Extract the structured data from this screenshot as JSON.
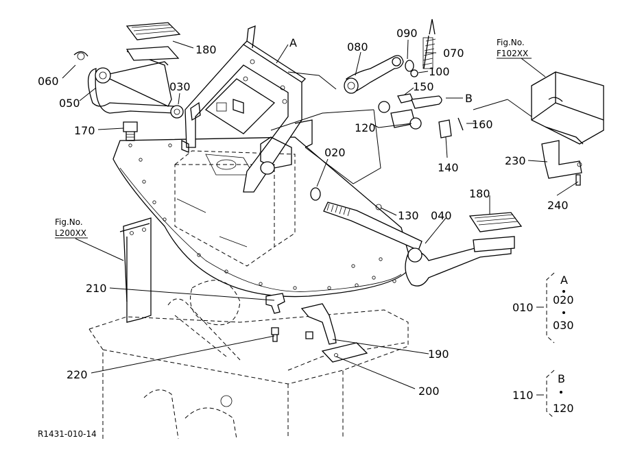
{
  "labels": {
    "p060": "060",
    "p050": "050",
    "p180_top": "180",
    "p030": "030",
    "p170": "170",
    "pA": "A",
    "p080": "080",
    "p090": "090",
    "p070": "070",
    "p100": "100",
    "p150": "150",
    "pB": "B",
    "p120": "120",
    "p160": "160",
    "p140": "140",
    "p020": "020",
    "p130": "130",
    "p040": "040",
    "p180_right": "180",
    "p230": "230",
    "p240": "240",
    "p210": "210",
    "p190": "190",
    "p220": "220",
    "p200": "200"
  },
  "refs": {
    "fig_f102_line1": "Fig.No.",
    "fig_f102_line2": "F102XX",
    "fig_l200_line1": "Fig.No.",
    "fig_l200_line2": "L200XX"
  },
  "groups": {
    "g010": {
      "label": "010",
      "title": "A",
      "items": [
        "020",
        "030"
      ]
    },
    "g110": {
      "label": "110",
      "title": "B",
      "items": [
        "120"
      ]
    }
  },
  "footer": {
    "drawing_code": "R1431-010-14"
  }
}
